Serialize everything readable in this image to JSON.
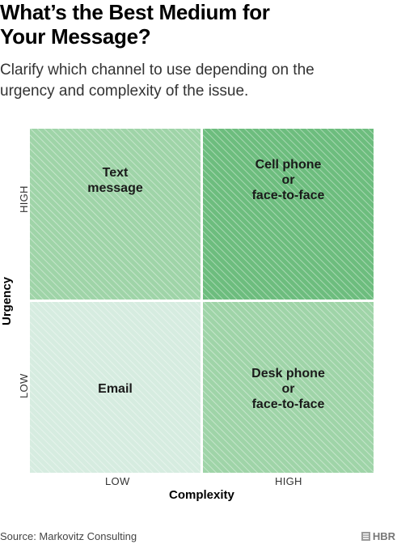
{
  "header": {
    "title_line1": "What’s the Best Medium for",
    "title_line2": "Your Message?",
    "subtitle_line1": "Clarify which channel to use depending on the",
    "subtitle_line2": "urgency and complexity of the issue."
  },
  "matrix": {
    "quadrants": {
      "top_left": {
        "lines": [
          "Text",
          "message"
        ],
        "color": "#9fd4a8"
      },
      "top_right": {
        "lines": [
          "Cell phone",
          "or",
          "face-to-face"
        ],
        "color": "#6dbd7e"
      },
      "bottom_left": {
        "lines": [
          "Email"
        ],
        "color": "#d6ece0"
      },
      "bottom_right": {
        "lines": [
          "Desk phone",
          "or",
          "face-to-face"
        ],
        "color": "#9fd4a8"
      }
    },
    "x_axis": {
      "label": "Complexity",
      "low": "LOW",
      "high": "HIGH"
    },
    "y_axis": {
      "label": "Urgency",
      "low": "LOW",
      "high": "HIGH"
    }
  },
  "footer": {
    "source": "Source: Markovitz Consulting",
    "brand": "HBR"
  },
  "colors": {
    "hatch": "#ffffff",
    "divider": "#ffffff"
  }
}
